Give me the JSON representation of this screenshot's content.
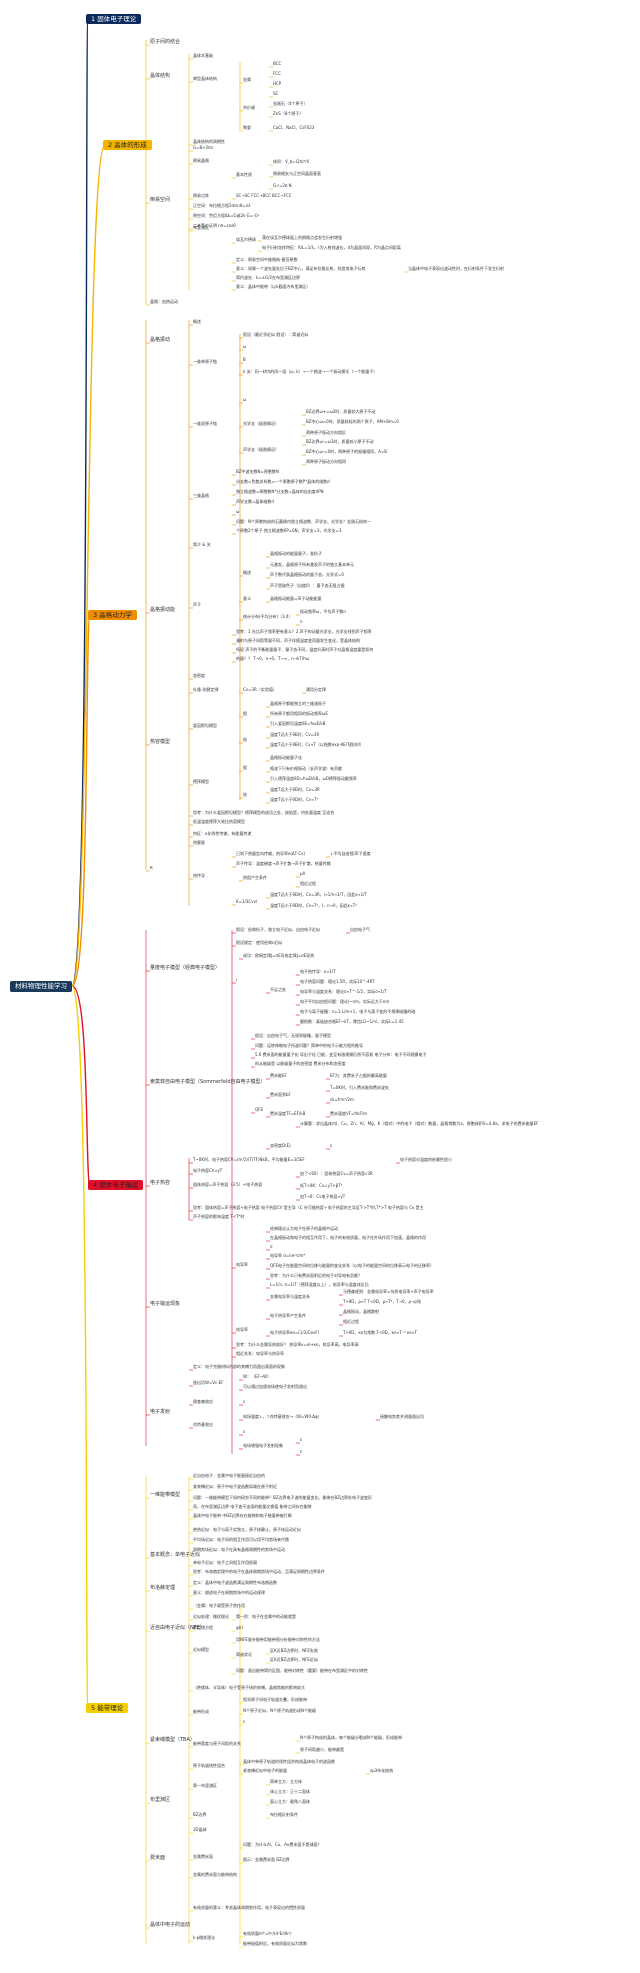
{
  "root": {
    "label": "材料物理性能学习"
  },
  "branches": [
    {
      "id": "b1",
      "num": "1",
      "label": "固体电子理论",
      "color": "#0a2a5c"
    },
    {
      "id": "b2",
      "num": "2",
      "label": "晶体的形成",
      "color": "#f5b400"
    },
    {
      "id": "b3",
      "num": "3",
      "label": "晶格动力学",
      "color": "#f08c00"
    },
    {
      "id": "b4",
      "num": "4",
      "label": "固体电子输运",
      "color": "#e0102a"
    },
    {
      "id": "b5",
      "num": "5",
      "label": "能带理论",
      "color": "#f5d000"
    }
  ],
  "sec2": {
    "s1": "原子间的结合",
    "s2": "晶体结构",
    "s2a": "晶体学基础",
    "s2b": "典型晶体结构",
    "s2b1": "金属",
    "m1": "BCC",
    "m2": "FCC",
    "m3": "HCP",
    "m4": "SC",
    "s2b2": "共价键",
    "c1": "金刚石（4个原子）",
    "c2": "ZnS（8个原子）",
    "s2b3": "陶瓷",
    "c3": "CaCl、NaCl、CsF023",
    "s3": "晶体结构的周期性",
    "s4": "倒易空间",
    "s4a": "倒易晶格",
    "s4a1": "G=B+2πn",
    "s4b": "基本性质",
    "s4b1": "体积：V_b=(2π)³/V",
    "s4b2": "倒易格矢与正空间晶面垂直",
    "s4b3": "G·r=2π·N",
    "s4c": "倒易点阵",
    "s4c1": "SC→SC  FCC→BCC  BCC→FCC",
    "s4d": "布里渊区",
    "s4e1": "正空间：布拉格方程2dsinθ=nλ",
    "s4e2": "倒空间：劳厄方程Δk=G或2k·G=-G²",
    "s4e3": "二者等价证明 nπ=cosθ",
    "s4e4": "埃瓦尔德球",
    "s4e5": "落在埃瓦尔德球面上的倒格点会发生衍射增强",
    "s4e6": "电子衍射花样特征：R/L=1/λ，r为入射线波长，d为晶面间距，R为晶点间距离",
    "s4f1": "定义：倒易空间中维格纳-塞茨原胞",
    "s4f2": "意义：如果一个波矢量矢位于BZ中心，满足布拉格反射，则造成电子衍射",
    "s4f3": "当晶体中电子表现出波动性时，在衍射条件下发生衍射",
    "s4f4": "简约波矢：k=±G/2在布里渊区边界",
    "s4f5": "意义：晶体中能带（以k截面内布里渊区）",
    "s5": "晶格：由热运动"
  },
  "sec3": {
    "a": "晶格振动",
    "a1": "概述",
    "a2": "一维单原子链",
    "a2a": "假设（最近邻近似 假设）：简谐近似",
    "a2b": "ω",
    "a2c": "B",
    "a2d": "k 关：同一kf内的同一组（ω, k）→一个格波→一个振动模式（一个能量子）",
    "a3": "一维双原子链",
    "a3a": "ω",
    "a3b": "光学支（极限情况）",
    "a3b1": "BZ边界ω+=ω2时，质量较大原子不动",
    "a3b2": "BZ中心ω=0时，质量较轻的两个原子，AM+Bm=0",
    "a3b3": "两种原子振动方向相反",
    "a3c": "声学支（极限情况）",
    "a3c1": "BZ边界ω-=ω1时，质量较小原子不动",
    "a3c2": "BZ中心ω-=0时，两种原子的振幅相同，A=B",
    "a3c3": "两种原子振动方向相同",
    "a4": "三维晶格",
    "a4a": "BZ中波矢数N=原胞数N",
    "a4b": "分支数=色散关系数=一个原胞原子数P*晶体的维数d",
    "a4c": "独立格波数=原胞数N*分支数=晶体的自由度dPN",
    "a4d": "声学支数=晶体维数d",
    "a4e": "ω",
    "a4f": "问题：N个原胞构成的石墨烯内独立格波数、声学支、光学支？金刚石结构一",
    "a4g": "个原胞2个原子 独立格波数6P=6N，声学支=3，光学支=3",
    "b": "晶格振动能",
    "b1": "简介 & 关",
    "b2": "声子",
    "b2a": "概述",
    "b2a1": "晶格振动的能量量子，准粒子",
    "b2a2": "元激发，晶格原子所有激发声子的独立基本单元",
    "b2a3": "声子数代表晶格振动的量子态，光学式=0",
    "b2a4": "声子是玻色子（自旋0）：量子态无限占据",
    "b2b": "意义",
    "b2b1": "晶格振动能量=声子动能能量",
    "b2c": "统计分布(平均分布)（3.4）",
    "b2c1": "振动频率ω，平均声子数n",
    "b2c2": "n",
    "b2d1": "思考：1.光比声子频率更有意义？2.声子的动量光学支，光学支线到声子频率",
    "b2d2": "漫射与原子间距等量不同，声子伴随温度变而量发生变化，受晶体结构",
    "b2d3": "所现 声子的平衡能量量子、量子态不同，温度升高时声子对晶格温度量是如何",
    "b2d4": "的量？？ T→0，n→0，T→∞，n→kT/ħω",
    "b3": "态密度",
    "c": "热容模型",
    "c1": "杜隆-珀替定律",
    "c1a": "Cv=3R（实验值）",
    "c1b": "通用分定律",
    "c2": "爱因斯坦模型",
    "c2a": "假",
    "c2a1": "晶格原子都能独立的三维谐振子",
    "c2a2": "所有原子都用相同的振动频率ωE",
    "c2a3": "引入爱因斯坦温度θE=ħωE/kB",
    "c2b": "结",
    "c2b1": "温度T远大于θE时，Cv=3R",
    "c2b2": "温度T远小于θE时，Cv∝T（以指数exp-θE/T趋向0）",
    "c3": "德拜模型",
    "c3a": "假",
    "c3a1": "晶格振动能量子化",
    "c3a2": "格波下只有价格振动（长声学波）有贡献",
    "c3a3": "引入德拜温度θD=ħωD/kB，ωD德拜振动截频率",
    "c3b": "结",
    "c3b1": "温度T远大于θD时，Cv=3R",
    "c3b2": "温度T远小于θD时，Cv∝T³",
    "c4a": "思考：为什么爱因斯坦模型？德拜模型的成功之处，缺陷是，何处量温度 至适合",
    "c4b": "低温温度德拜大致比热容模型",
    "d": "κ",
    "d0a": "特征：κ非线性传输，有能量传递",
    "d0b": "热膨胀",
    "d1": "热传导",
    "d1a": "已知下热量定向传输，热导率κ(ΔT·Cv)",
    "d1b": "↓平均自由程l声子速度",
    "d1c": "声子传导：温度梯度→声子扩散→声子扩散，热量传输",
    "d1d": "热阻产生条件",
    "d1d1": "μA",
    "d1d2": "相近过程",
    "d1e": "K=1/3Cvvl",
    "d1e1": "温度T远大于θD时，Cv=3R，l∝1/n∝1/T，因此κ∝1/T",
    "d1e2": "温度T远小于θD时，Cv∝T³，l，n→0，因此κ∝T³"
  },
  "sec4": {
    "a": "量度电子模型（经典电子模型）",
    "a1": "假设：经典粒子，独立电子近似，自由电子近似",
    "a1b": "自由电子气",
    "a2": "假设规定：使用经典ε近似",
    "a3": "成功：欧姆定律J=σE导电定律J=σE导热",
    "a3a": "ι",
    "a3b": "电子热传导：κ∝1/T",
    "a3c": "不足之处",
    "a3c1": "电子热容问题：理论1.5R，实际10^-4RT",
    "a3c2": "电导率与温度关系：理论σ∝T^-1/2，实际σ∝1/T",
    "a3c3": "电子平均自由程问题：理论l~nm，实际远大于nm",
    "a3c4": "电子与离子碰撞：n=1-L/m+1，电子与离子变的不规律碰撞的碰",
    "a3c5": "磨损数：真极缺合格EF~kT，零信LG~1/ni，实际L=1.45",
    "b": "索莫菲自由电子模型（Sommerfeld自由电子模型）",
    "b1": "假设：自由电子气，无规则碰撞，量子模型",
    "b2a": "问题：运转伸缩电子所波问题？简单中的电子示能方程的推导",
    "b2b": "5.6 费米面的能量量子化 导出子化 已能，变至有限规模仍然不容易 电子分布：电子不同规模电子",
    "b2c": "的从能级是 以能级量子的态密度 费米分布和态密度",
    "b3": "QFE",
    "b3a1": "费米能EF",
    "b3a1a": "EF为：其费米子占据的最高能量",
    "b3a2": "费米面到bF",
    "b3a2a": "T=0K时，引入费米能和费米波矢",
    "b3a2b": "εk=ħ²k²/2m",
    "b3a3": "费米温度TF=EF/kB",
    "b3a3a": "费米速度VF=ħkF/m",
    "b3a4": "计算题：求出晶体内I、Cu、Zn、Al、Mg、K（相对）中的电子（相对）数量，晶格常数为a，原胞体积V=4.8a，求电子的费米能量EF",
    "b3a5": "态密度D(E)",
    "b3a5a": "ε",
    "c": "电子热容",
    "c1": "T~0K时，电子热容CV=(π²/2)(T/TF)NkB，平均能量E=3/5EF",
    "c1b": "电子热容对温度的依赖性很小",
    "c2": "电子热容CV∝γT",
    "c3": "固体热容=声子热容（3.5）+电子热容",
    "c3a": "加了<60）：固体热容Cv=声子热容√3R",
    "c3b": "低T<0K：Cv=γT+βT³",
    "c3c": "加T→0：Cv电子热容∝γT",
    "c4a": "思考：固体热容=声子热容+电子热容 电子热容CV 是主导（C 外可能热容＋电子热容的主导区T->T*时,T*>T 电子热容与 Cv 是主",
    "c4b": "声子热容的影响温度 T<T*时",
    "d": "电子输运现象",
    "d1": "电导率",
    "d1a": "经典理论认为电子在原子的晶格中运动",
    "d1b": "在晶格振动和电子的相互作用下，电子的有效质量，电子在外场作用下加速，晶格的作用",
    "d1c": "σ",
    "d1d": "电导率 σ=ne²τ/m*",
    "d1e": "QFE电子在能量空间的位移与能量的变化关系（以电子的能量空间的位移表示电子的迁移率）",
    "d1f": "思考：为什么只有费米面附近的电子对导电有贡献？",
    "d1g": "L=1/n, σ=1/T（德拜温度以上），电导率与温度成反比",
    "d1h": "金属电导率与温度关系",
    "d1h1": "马德森规则：金属电导率=杂质电导率+声子电导率",
    "d1h2": "T>θD，ρ∝T T<θD，ρ∝T⁵，T→0，ρ→ρ残",
    "d2": "热导率",
    "d2a": "电子热导率产生条件",
    "d2a1": "晶格振动，晶格散射",
    "d2a2": "相近过程",
    "d2b": "电子热导率κe=(1/3)CevFl",
    "d2b1": "T>θD，κe为常数 T<θD，κe∝T⁻² κe∝T",
    "d2c": "思考：为什么金属导热较好？ 热导率κ=κl+κe，热导率高，电导率高",
    "d2d": "相近关系：电导率与热导率",
    "e": "电子发射",
    "e1": "定义：电子克服材料内部的束缚力而逸出表面的现象",
    "e2": "逸出功W=Vc-EF",
    "e2a": "W：（EF→W）",
    "e2b": "可以通过加速电场使电子发射而逸出",
    "e3": "理查森效应",
    "e3a": "ε",
    "e4": "肖特基效应",
    "e4a": "电场强度↓，↑肖特基效应→（W=W0-Δφ）",
    "e4b": "接触电势差并测量逸出功",
    "e4c": "ε",
    "e5": "电场增强电子发射现象",
    "e5a": "ε",
    "e5b": "ε"
  },
  "sec5": {
    "a": "一维能带模型",
    "a1": "近自由电子：金属中电子能量接近自由的",
    "a2": "紧束缚近似：原子中电子波函数局域在原子附近",
    "a3": "问题：一维能带模型下如何研究不同的能带？BZ边界电子波的能量变化、能带在BZ边界处电子波变形",
    "a4": "而，在布里渊区边界 电子波不连续的能量交换值 能带之间存在能隙",
    "a5": "晶体中电子能带 中BZ边界存在能隙和电子能量带被打断",
    "b": "基本概念：单电子近似",
    "b1": "绝热近似：电子与离子实独立，原子核静止，原子核运动近似",
    "b2": "平均场近似：电子间的相互作用可以用平均势场来代替",
    "b3": "周期势场近似：电子在具有晶格周期性的势场中运动",
    "b4": "单电子近似：电子之间相互作用很弱",
    "b4a": "思考：布洛赫定理中的电子在晶体周期势场中运动，且满足周期性边界条件",
    "c": "布洛赫定理",
    "c1": "定义：晶体中电子波函数满足周期性布洛赫函数",
    "c2": "意义：描述电子在周期势场中的运动规律",
    "d": "近自由电子近似（NFE）",
    "d1": "（金属）电子弱受原子势作用",
    "d2": "近似处理：微扰理论",
    "d2a": "第一阶：电子在金属中的动能就是",
    "d3": "薛定谔方程",
    "d3a": "ψ(r)",
    "d4": "近似模型",
    "d4a": "用NFE复杂能带用能带图分析能带对称性的方法",
    "d4b": "简谐状况",
    "d4b1": "区K近BZ边界时，NFE失效",
    "d4b2": "区K近BZ边界时，NFE近似",
    "d4c": "问题：画出能带简约区图，能带对称性（重要）能带在布里渊区中的对称性",
    "e": "紧束缚模型（TBA）",
    "e1": "（绝缘体、半导体）电子受原子核的束缚，晶格势能的影响较大",
    "e2": "能带形成",
    "e2a": "相邻原子间电子轨道交叠，形成能带",
    "e2b": "N个原子近似，N个原子轨道形成N个能级",
    "e2c": "ε",
    "e3": "能带宽度与原子间距的关系",
    "e3a": "N个原子构成的晶体，每个能级分裂成N个能级，形成能带",
    "e3b": "原子间距越小，能带越宽",
    "e4": "原子轨道线性组合",
    "e4a": "晶体中单原子轨道的线性组合构成晶体电子的波函数",
    "e4b": "紧束缚近似中电子的能量",
    "e4c": "sp3杂化结构",
    "f": "布里渊区",
    "f1": "第一布里渊区",
    "f1a": "简单立方：立方体",
    "f1b": "体心立方：正十二面体",
    "f1c": "面心立方：截角八面体",
    "f2": "BZ边界",
    "f2a": "布拉格反射条件",
    "g": "费米面",
    "g1": "3D晶体",
    "g2": "金属费米面",
    "g2a": "问题：为什么Al、Cu、Au费米面不是球面？",
    "g2b": "图示：金属费米面 BZ边界",
    "g3": "金属的费米面与能带结构",
    "h": "晶体中电子的运动",
    "h1": "有效质量的意义：考虑晶体周期势作用，电子表现出的惯性质量",
    "h2": "k·p微扰理论",
    "h2a": "有效质量m*=ħ²/(d²E/dk²)",
    "h2b": "能带极值附近，有效质量近似为常数"
  }
}
